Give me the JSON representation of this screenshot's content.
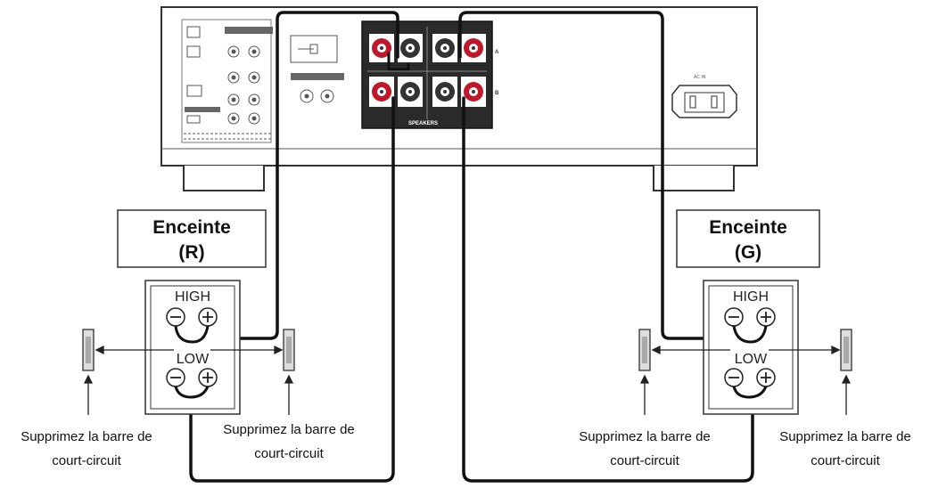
{
  "speaker_right": {
    "title_line1": "Enceinte",
    "title_line2": "(R)",
    "high_label": "HIGH",
    "low_label": "LOW"
  },
  "speaker_left": {
    "title_line1": "Enceinte",
    "title_line2": "(G)",
    "high_label": "HIGH",
    "low_label": "LOW"
  },
  "notes": {
    "remove_bar_line1": "Supprimez la barre de",
    "remove_bar_line2": "court-circuit"
  },
  "amplifier": {
    "speakers_label": "SPEAKERS",
    "row_a_label": "A",
    "row_b_label": "B",
    "ac_label": "AC IN"
  },
  "colors": {
    "cable": "#111111",
    "terminal_red": "#c0182b",
    "outline": "#333333"
  }
}
